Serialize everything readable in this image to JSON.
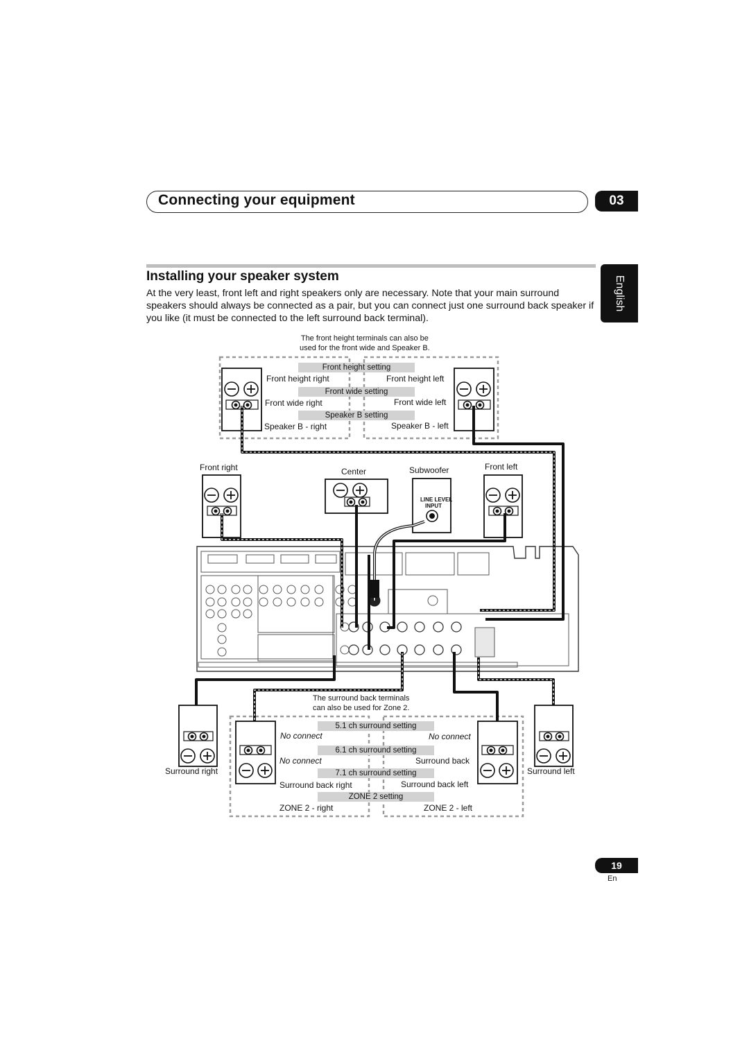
{
  "chapter": {
    "title": "Connecting your equipment",
    "number": "03"
  },
  "section": {
    "title": "Installing your speaker system"
  },
  "language_tab": "English",
  "intro": "At the very least, front left and right speakers only are necessary. Note that your main surround speakers should always be connected as a pair, but you can connect just one surround back speaker if you like (it must be connected to the left surround back terminal).",
  "diagram": {
    "note_top": [
      "The front height terminals can also be",
      "used for the front wide and Speaker B."
    ],
    "front_height_setting": "Front height setting",
    "front_height_right": "Front height right",
    "front_height_left": "Front height left",
    "front_wide_setting": "Front wide setting",
    "front_wide_right": "Front wide right",
    "front_wide_left": "Front wide left",
    "speaker_b_setting": "Speaker B setting",
    "speaker_b_right": "Speaker B - right",
    "speaker_b_left": "Speaker B - left",
    "front_right": "Front right",
    "center": "Center",
    "subwoofer": "Subwoofer",
    "front_left": "Front left",
    "line_level": "LINE LEVEL",
    "input": "INPUT",
    "note_bottom": [
      "The surround back terminals",
      "can also be used for Zone 2."
    ],
    "ch51_setting": "5.1 ch surround setting",
    "no_connect": "No connect",
    "ch61_setting": "6.1 ch surround setting",
    "surround_back": "Surround back",
    "ch71_setting": "7.1 ch surround setting",
    "surround_back_right": "Surround back right",
    "surround_back_left": "Surround back left",
    "zone2_setting": "ZONE 2 setting",
    "zone2_right": "ZONE 2 - right",
    "zone2_left": "ZONE 2 - left",
    "surround_right": "Surround right",
    "surround_left": "Surround left"
  },
  "footer": {
    "page": "19",
    "lang": "En"
  }
}
